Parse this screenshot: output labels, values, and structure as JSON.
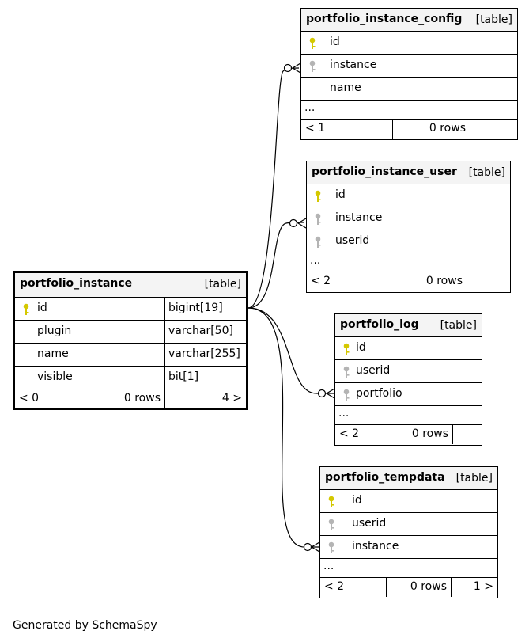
{
  "diagram": {
    "credit": "Generated by SchemaSpy",
    "colors": {
      "primary_key": "#d4c800",
      "foreign_key": "#b4b4b4",
      "header_bg": "#f4f4f4",
      "line": "#000000"
    },
    "tables": {
      "portfolio_instance": {
        "name": "portfolio_instance",
        "kind": "[table]",
        "columns": [
          {
            "name": "id",
            "type": "bigint[19]",
            "key": "primary"
          },
          {
            "name": "plugin",
            "type": "varchar[50]",
            "key": "none"
          },
          {
            "name": "name",
            "type": "varchar[255]",
            "key": "none"
          },
          {
            "name": "visible",
            "type": "bit[1]",
            "key": "none"
          }
        ],
        "footer": {
          "parents": "< 0",
          "rows": "0 rows",
          "children": "4 >"
        }
      },
      "portfolio_instance_config": {
        "name": "portfolio_instance_config",
        "kind": "[table]",
        "columns": [
          {
            "name": "id",
            "key": "primary"
          },
          {
            "name": "instance",
            "key": "foreign"
          },
          {
            "name": "name",
            "key": "none"
          }
        ],
        "ellipsis": "...",
        "footer": {
          "parents": "< 1",
          "rows": "0 rows",
          "children": ""
        }
      },
      "portfolio_instance_user": {
        "name": "portfolio_instance_user",
        "kind": "[table]",
        "columns": [
          {
            "name": "id",
            "key": "primary"
          },
          {
            "name": "instance",
            "key": "foreign"
          },
          {
            "name": "userid",
            "key": "foreign"
          }
        ],
        "ellipsis": "...",
        "footer": {
          "parents": "< 2",
          "rows": "0 rows",
          "children": ""
        }
      },
      "portfolio_log": {
        "name": "portfolio_log",
        "kind": "[table]",
        "columns": [
          {
            "name": "id",
            "key": "primary"
          },
          {
            "name": "userid",
            "key": "foreign"
          },
          {
            "name": "portfolio",
            "key": "foreign"
          }
        ],
        "ellipsis": "...",
        "footer": {
          "parents": "< 2",
          "rows": "0 rows",
          "children": ""
        }
      },
      "portfolio_tempdata": {
        "name": "portfolio_tempdata",
        "kind": "[table]",
        "columns": [
          {
            "name": "id",
            "key": "primary"
          },
          {
            "name": "userid",
            "key": "foreign"
          },
          {
            "name": "instance",
            "key": "foreign"
          }
        ],
        "ellipsis": "...",
        "footer": {
          "parents": "< 2",
          "rows": "0 rows",
          "children": "1 >"
        }
      }
    }
  }
}
